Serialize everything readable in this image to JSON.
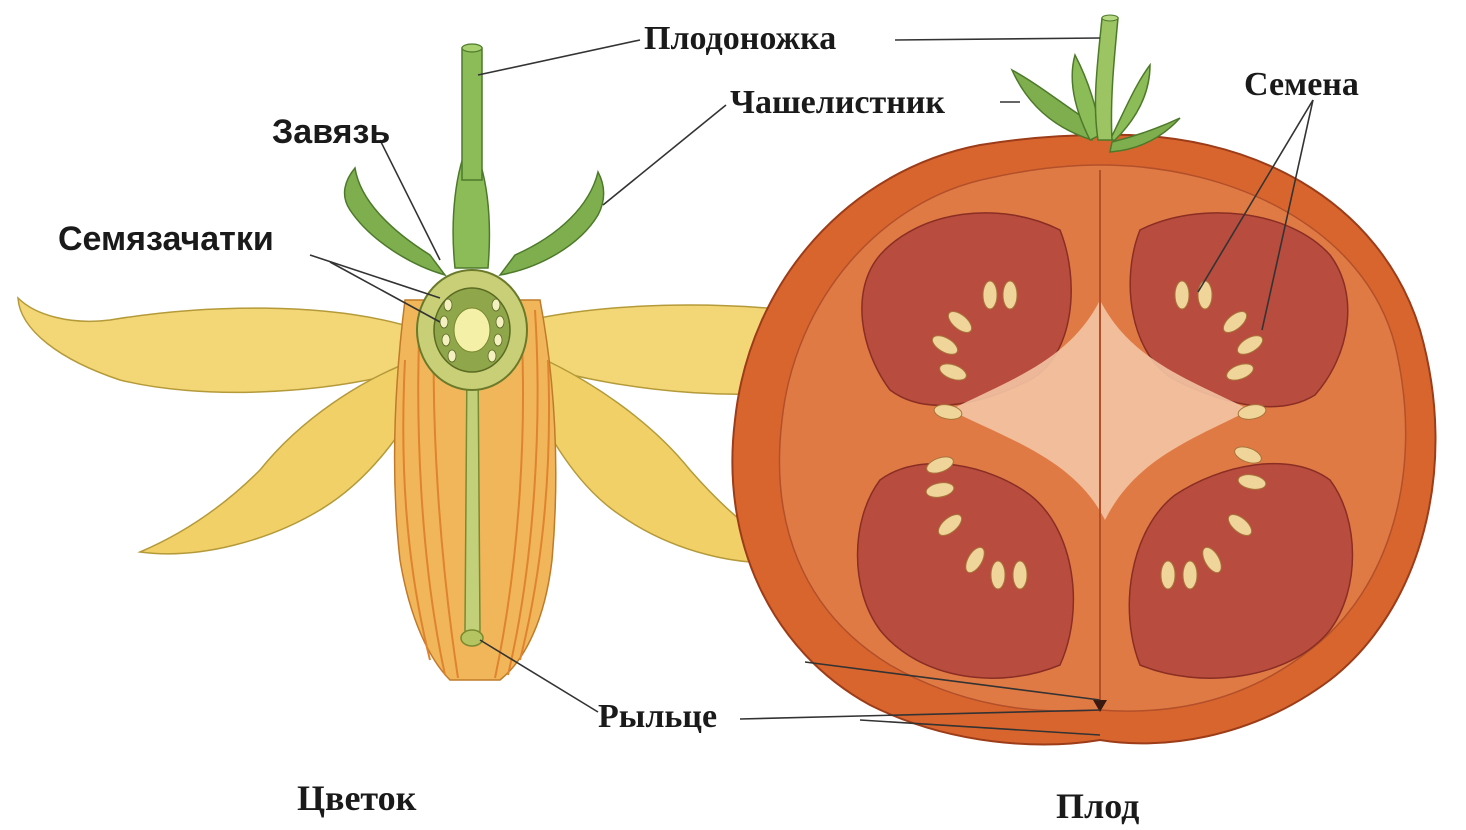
{
  "labels": {
    "peduncle": "Плодоножка",
    "sepal": "Чашелистник",
    "seeds": "Семена",
    "ovary": "Завязь",
    "ovules": "Семязачатки",
    "stigma": "Рыльце"
  },
  "captions": {
    "flower": "Цветок",
    "fruit": "Плод"
  },
  "colors": {
    "petal": "#f3d777",
    "petal_dark": "#e8c15a",
    "corolla_tube": "#f1b65a",
    "sepal": "#7fae4f",
    "ovary": "#c8cf77",
    "fruit_skin": "#d9652e",
    "fruit_flesh": "#e07a45",
    "locule": "#b84c3f",
    "seed": "#f0d59a",
    "core": "#f3c4a4",
    "leader_line": "#333333"
  }
}
